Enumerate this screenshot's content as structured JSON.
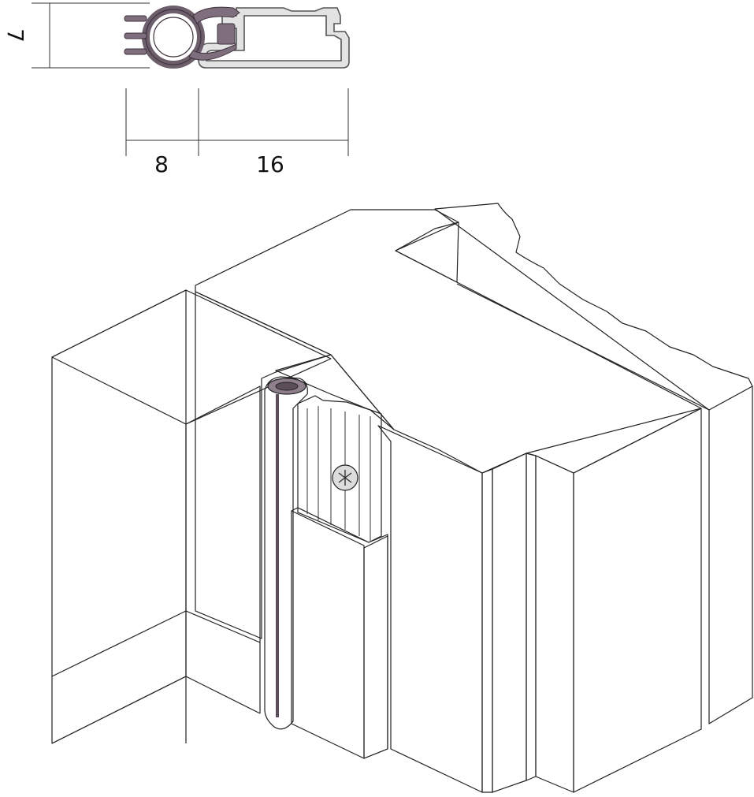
{
  "dimensions": {
    "height_label": "7",
    "seal_width_label": "8",
    "profile_width_label": "16"
  },
  "colors": {
    "wood_top": "#e8c693",
    "wood_face": "#fcd89c",
    "wood_side": "#f3cf95",
    "seal": "#7f6e7d",
    "seal_dark": "#5b4d5a",
    "aluminium": "#e6e6e6",
    "aluminium_shade": "#cfcfcf",
    "cover": "#e9e9e9",
    "line": "#222222"
  }
}
